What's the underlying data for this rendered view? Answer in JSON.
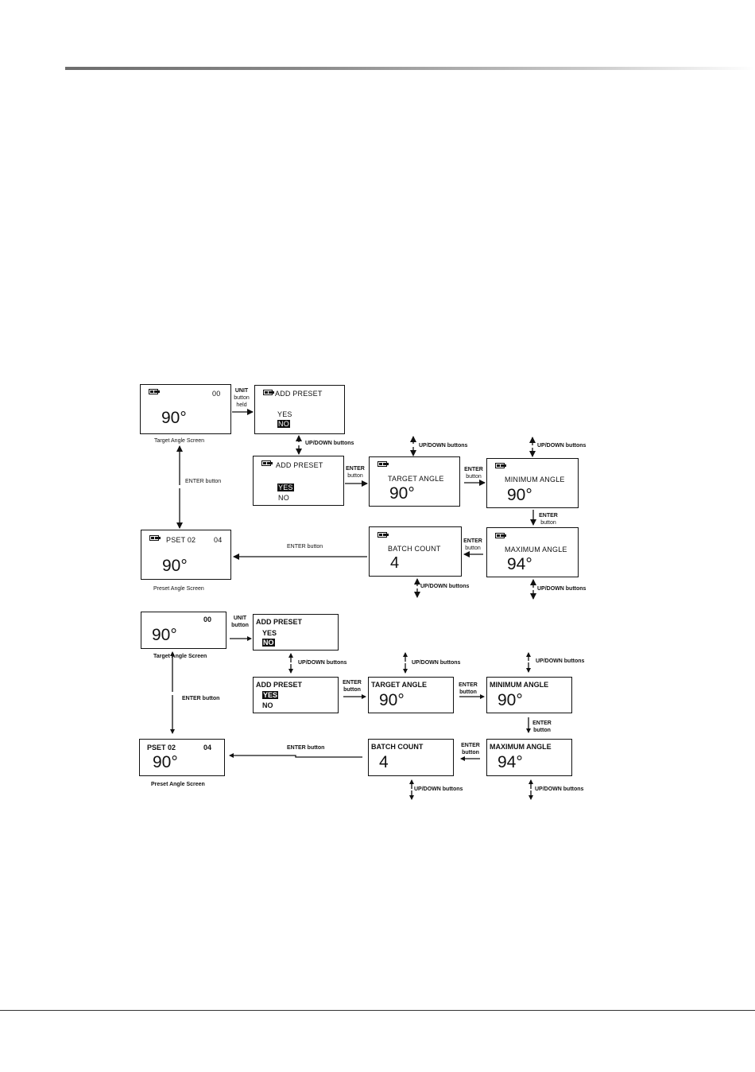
{
  "flow1": {
    "target_screen": {
      "counter": "00",
      "angle": "90°",
      "caption": "Target Angle Screen"
    },
    "unit_label": [
      "UNIT",
      "button",
      "held"
    ],
    "add_preset_no": {
      "title": "ADD PRESET",
      "yes": "YES",
      "no": "NO"
    },
    "updown_1": "UP/DOWN buttons",
    "add_preset_yes": {
      "title": "ADD PRESET",
      "yes": "YES",
      "no": "NO"
    },
    "enter_1": [
      "ENTER",
      "button"
    ],
    "target_angle": {
      "title": "TARGET ANGLE",
      "angle": "90°"
    },
    "updown_2": "UP/DOWN buttons",
    "enter_2": [
      "ENTER",
      "button"
    ],
    "minimum_angle": {
      "title": "MINIMUM ANGLE",
      "angle": "90°"
    },
    "updown_3": "UP/DOWN buttons",
    "enter_3": [
      "ENTER",
      "button"
    ],
    "maximum_angle": {
      "title": "MAXIMUM ANGLE",
      "angle": "94°"
    },
    "updown_4": "UP/DOWN buttons",
    "enter_4": [
      "ENTER",
      "button"
    ],
    "batch_count": {
      "title": "BATCH COUNT",
      "value": "4"
    },
    "updown_5": "UP/DOWN buttons",
    "enter_5": "ENTER button",
    "preset_screen": {
      "name": "PSET 02",
      "counter": "04",
      "angle": "90°",
      "caption": "Preset Angle Screen"
    },
    "enter_back": "ENTER button"
  },
  "flow2": {
    "target_screen": {
      "counter": "00",
      "angle": "90°",
      "caption": "Target Angle Screen"
    },
    "unit_label": [
      "UNIT",
      "button"
    ],
    "add_preset_no": {
      "title": "ADD PRESET",
      "yes": "YES",
      "no": "NO"
    },
    "updown_1": "UP/DOWN buttons",
    "add_preset_yes": {
      "title": "ADD PRESET",
      "yes": "YES",
      "no": "NO"
    },
    "enter_1": [
      "ENTER",
      "button"
    ],
    "target_angle": {
      "title": "TARGET ANGLE",
      "angle": "90°"
    },
    "updown_2": "UP/DOWN buttons",
    "enter_2": [
      "ENTER",
      "button"
    ],
    "minimum_angle": {
      "title": "MINIMUM ANGLE",
      "angle": "90°"
    },
    "updown_3": "UP/DOWN buttons",
    "enter_3": [
      "ENTER",
      "button"
    ],
    "maximum_angle": {
      "title": "MAXIMUM ANGLE",
      "angle": "94°"
    },
    "updown_4": "UP/DOWN buttons",
    "enter_4": [
      "ENTER",
      "button"
    ],
    "batch_count": {
      "title": "BATCH COUNT",
      "value": "4"
    },
    "updown_5": "UP/DOWN buttons",
    "enter_5": "ENTER button",
    "preset_screen": {
      "name": "PSET 02",
      "counter": "04",
      "angle": "90°",
      "caption": "Preset Angle Screen"
    },
    "enter_back": "ENTER button"
  }
}
